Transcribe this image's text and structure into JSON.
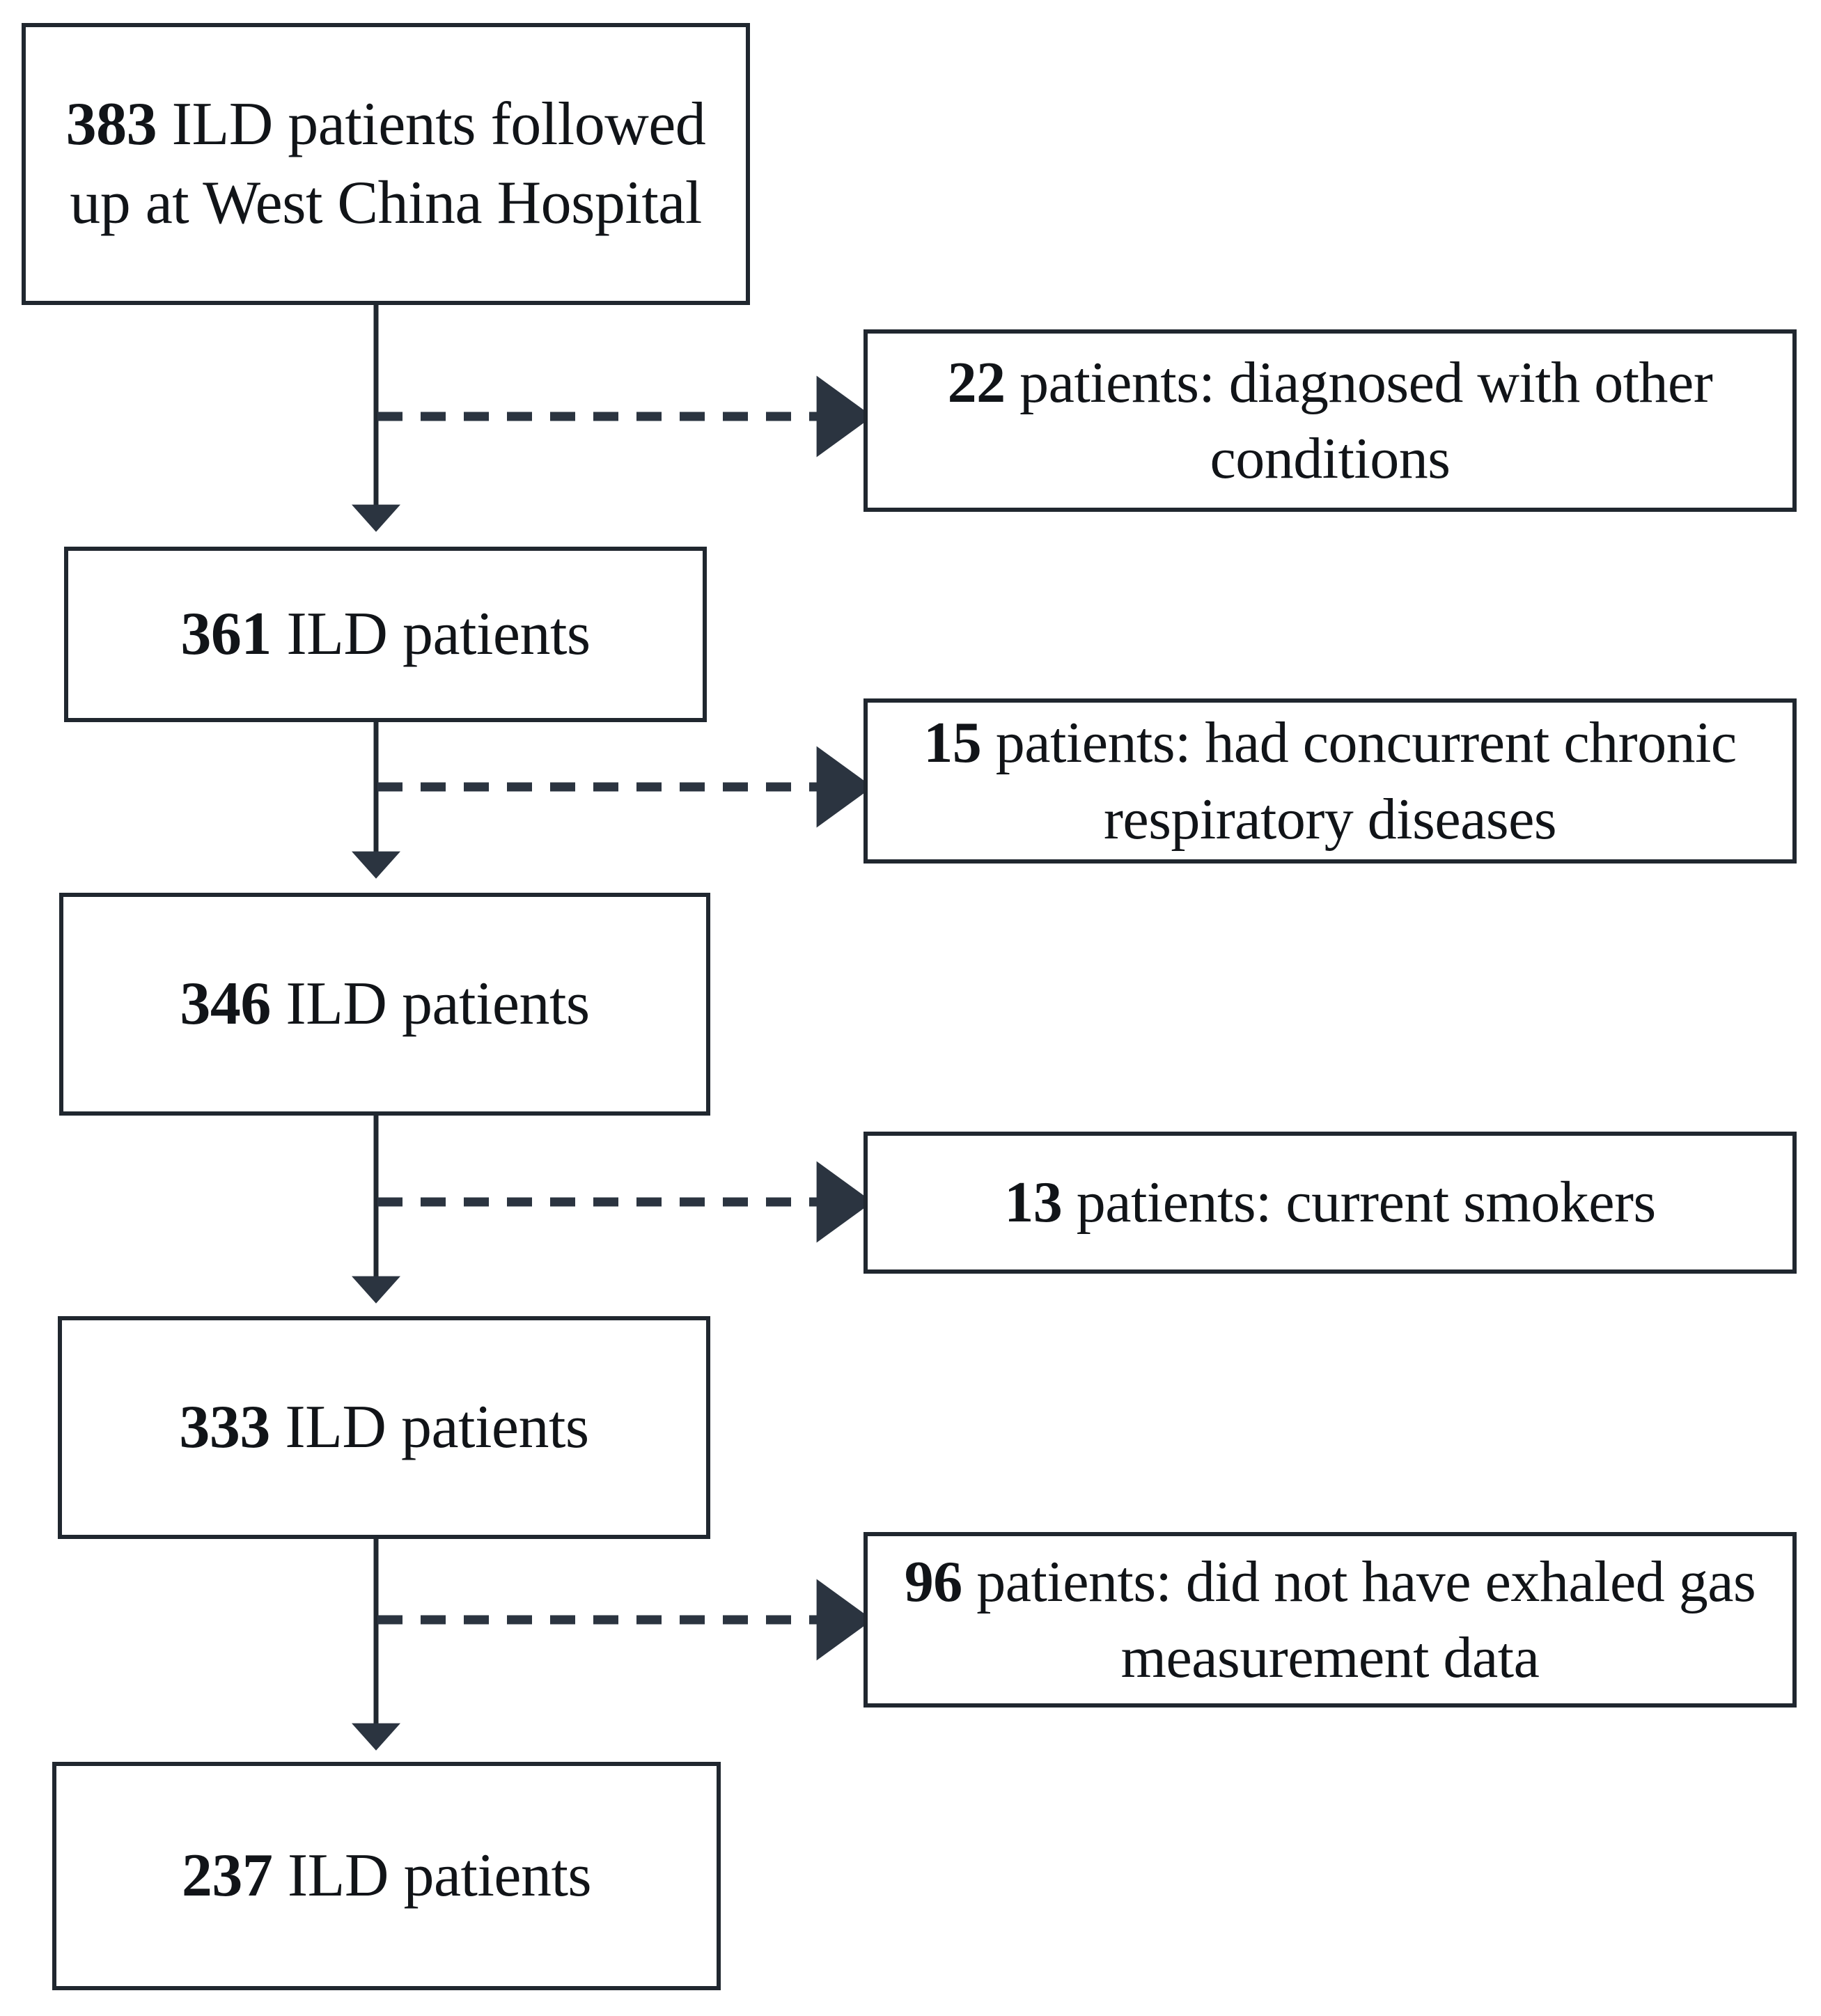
{
  "diagram": {
    "type": "flowchart",
    "title": "ILD patient selection flow diagram",
    "orientation": "top-to-bottom",
    "colors": {
      "border": "#20272f",
      "text": "#111418",
      "arrow": "#2b3440",
      "background": "#ffffff"
    },
    "main_nodes": [
      {
        "id": "node-383",
        "count": "383",
        "label": " ILD patients followed up at West China Hospital",
        "lines": [
          "383 ILD patients",
          "followed up at West",
          "China Hospital"
        ]
      },
      {
        "id": "node-361",
        "count": "361",
        "label": " ILD patients",
        "lines": [
          "361 ILD patients"
        ]
      },
      {
        "id": "node-346",
        "count": "346",
        "label": " ILD patients",
        "lines": [
          "346 ILD patients"
        ]
      },
      {
        "id": "node-333",
        "count": "333",
        "label": " ILD patients",
        "lines": [
          "333 ILD patients"
        ]
      },
      {
        "id": "node-237",
        "count": "237",
        "label": " ILD patients",
        "lines": [
          "237 ILD patients"
        ]
      }
    ],
    "exclusion_nodes": [
      {
        "id": "excl-22",
        "count": "22",
        "label": " patients: diagnosed with other conditions"
      },
      {
        "id": "excl-15",
        "count": "15",
        "label": " patients: had concurrent chronic respiratory diseases"
      },
      {
        "id": "excl-13",
        "count": "13",
        "label": " patients: current smokers"
      },
      {
        "id": "excl-96",
        "count": "96",
        "label": " patients: did not have exhaled gas measurement data"
      }
    ],
    "connectors": [
      {
        "id": "trunk-1",
        "style": "solid",
        "direction": "down",
        "from": "node-383",
        "to": "node-361"
      },
      {
        "id": "branch-1",
        "style": "dashed",
        "direction": "right",
        "from": "trunk-1",
        "to": "excl-22"
      },
      {
        "id": "trunk-2",
        "style": "solid",
        "direction": "down",
        "from": "node-361",
        "to": "node-346"
      },
      {
        "id": "branch-2",
        "style": "dashed",
        "direction": "right",
        "from": "trunk-2",
        "to": "excl-15"
      },
      {
        "id": "trunk-3",
        "style": "solid",
        "direction": "down",
        "from": "node-346",
        "to": "node-333"
      },
      {
        "id": "branch-3",
        "style": "dashed",
        "direction": "right",
        "from": "trunk-3",
        "to": "excl-13"
      },
      {
        "id": "trunk-4",
        "style": "solid",
        "direction": "down",
        "from": "node-333",
        "to": "node-237"
      },
      {
        "id": "branch-4",
        "style": "dashed",
        "direction": "right",
        "from": "trunk-4",
        "to": "excl-96"
      }
    ]
  }
}
